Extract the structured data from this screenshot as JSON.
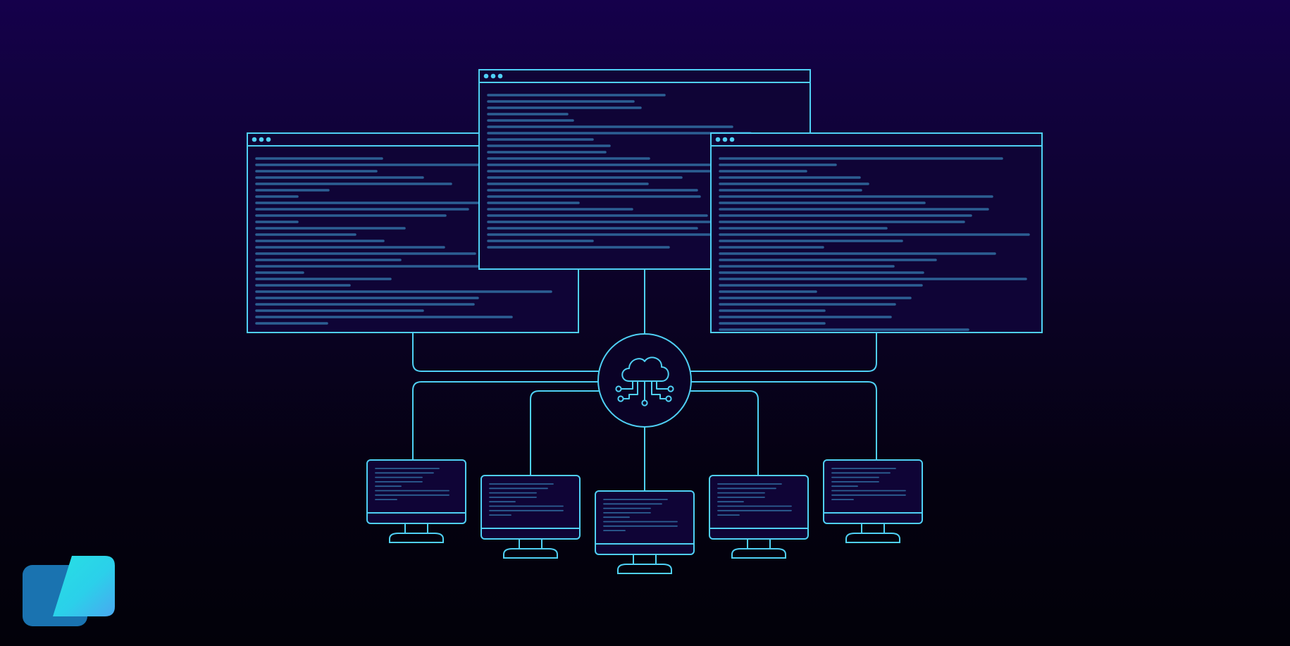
{
  "colors": {
    "background_top": "#15004b",
    "background_bottom": "#020109",
    "stroke_cyan": "#4fd0f5",
    "code_line": "#2c5f93",
    "window_fill": "#0f0436",
    "logo_dark": "#1a73b0",
    "logo_light": "#26d9e4"
  },
  "icons": {
    "hub": "cloud-network-icon",
    "window_controls": "three-dot-window-controls-icon",
    "client": "desktop-monitor-icon",
    "brand": "brand-logo-icon"
  },
  "diagram": {
    "nodes": [
      {
        "id": "hub",
        "kind": "cloud-network-hub"
      },
      {
        "id": "server-left",
        "kind": "code-window"
      },
      {
        "id": "server-center",
        "kind": "code-window"
      },
      {
        "id": "server-right",
        "kind": "code-window"
      },
      {
        "id": "client-1",
        "kind": "desktop-monitor"
      },
      {
        "id": "client-2",
        "kind": "desktop-monitor"
      },
      {
        "id": "client-3",
        "kind": "desktop-monitor"
      },
      {
        "id": "client-4",
        "kind": "desktop-monitor"
      },
      {
        "id": "client-5",
        "kind": "desktop-monitor"
      }
    ],
    "edges": [
      [
        "hub",
        "server-left"
      ],
      [
        "hub",
        "server-center"
      ],
      [
        "hub",
        "server-right"
      ],
      [
        "hub",
        "client-1"
      ],
      [
        "hub",
        "client-2"
      ],
      [
        "hub",
        "client-3"
      ],
      [
        "hub",
        "client-4"
      ],
      [
        "hub",
        "client-5"
      ]
    ]
  }
}
